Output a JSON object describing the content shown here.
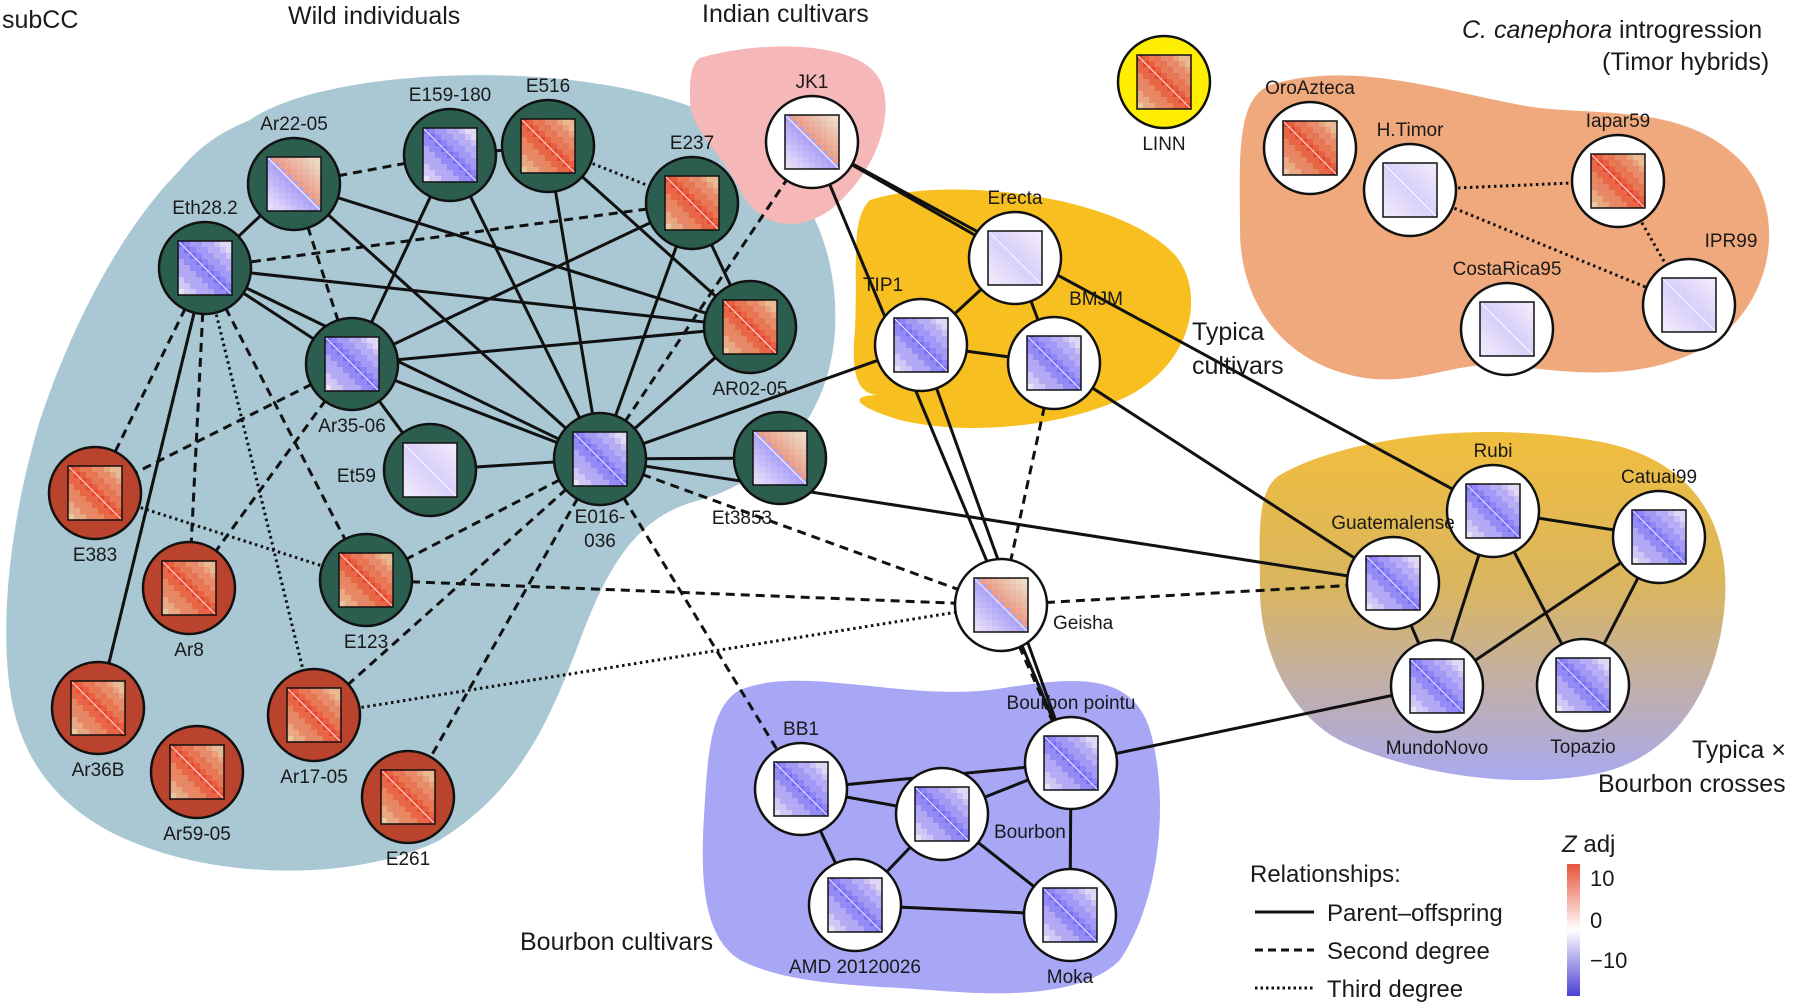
{
  "colors": {
    "wild_bg": "#a9c8d3",
    "wild_node": "#2b5e4e",
    "wild_red": "#b9432c",
    "indian_bg": "#f5b7b7",
    "typica_bg": "#f7bf1f",
    "timor_bg": "#efa97d",
    "bourbon_bg": "#a7a7f5",
    "linn_bg": "#ffee00",
    "cross_top": "#f1be3c",
    "cross_bottom": "#a9a9f0",
    "white_ring": "#ffffff",
    "heat_red": "#e8492f",
    "heat_blue": "#5a4fd8"
  },
  "group_labels": {
    "subcc": "subCC",
    "wild": "Wild individuals",
    "indian": "Indian cultivars",
    "timor_species": "C. canephora",
    "timor_line1_rest": " introgression",
    "timor_line2": "(Timor hybrids)",
    "typica_line1": "Typica",
    "typica_line2": "cultivars",
    "cross_line1": "Typica ×",
    "cross_line2": "Bourbon crosses",
    "bourbon": "Bourbon cultivars"
  },
  "legend": {
    "title": "Relationships:",
    "items": [
      {
        "label": "Parent–offspring",
        "style": "solid"
      },
      {
        "label": "Second degree",
        "style": "dashed"
      },
      {
        "label": "Third degree",
        "style": "dotted"
      }
    ]
  },
  "colorbar": {
    "title_italic": "Z",
    "title_rest": " adj",
    "ticks": [
      "10",
      "0",
      "−10"
    ]
  },
  "nodes": [
    {
      "id": "Ar22-05",
      "label": "Ar22-05",
      "ring": "wild_node",
      "heat": "mixed"
    },
    {
      "id": "E159-180",
      "label": "E159-180",
      "ring": "wild_node",
      "heat": "blue"
    },
    {
      "id": "E516",
      "label": "E516",
      "ring": "wild_node",
      "heat": "red"
    },
    {
      "id": "E237",
      "label": "E237",
      "ring": "wild_node",
      "heat": "red"
    },
    {
      "id": "Eth28.2",
      "label": "Eth28.2",
      "ring": "wild_node",
      "heat": "blue"
    },
    {
      "id": "AR02-05",
      "label": "AR02-05",
      "ring": "wild_node",
      "heat": "red"
    },
    {
      "id": "Ar35-06",
      "label": "Ar35-06",
      "ring": "wild_node",
      "heat": "blue"
    },
    {
      "id": "Et59",
      "label": "Et59",
      "ring": "wild_node",
      "heat": "light"
    },
    {
      "id": "E016-036",
      "label": "E016-\n036",
      "ring": "wild_node",
      "heat": "blue"
    },
    {
      "id": "Et3853",
      "label": "Et3853",
      "ring": "wild_node",
      "heat": "mixed"
    },
    {
      "id": "E123",
      "label": "E123",
      "ring": "wild_node",
      "heat": "red"
    },
    {
      "id": "E383",
      "label": "E383",
      "ring": "wild_red",
      "heat": "red"
    },
    {
      "id": "Ar8",
      "label": "Ar8",
      "ring": "wild_red",
      "heat": "red"
    },
    {
      "id": "Ar36B",
      "label": "Ar36B",
      "ring": "wild_red",
      "heat": "red"
    },
    {
      "id": "Ar59-05",
      "label": "Ar59-05",
      "ring": "wild_red",
      "heat": "red"
    },
    {
      "id": "Ar17-05",
      "label": "Ar17-05",
      "ring": "wild_red",
      "heat": "red"
    },
    {
      "id": "E261",
      "label": "E261",
      "ring": "wild_red",
      "heat": "red"
    },
    {
      "id": "JK1",
      "label": "JK1",
      "ring": "white_ring",
      "heat": "mixed"
    },
    {
      "id": "LINN",
      "label": "LINN",
      "ring": "linn_bg",
      "heat": "red"
    },
    {
      "id": "Erecta",
      "label": "Erecta",
      "ring": "white_ring",
      "heat": "light"
    },
    {
      "id": "TIP1",
      "label": "TIP1",
      "ring": "white_ring",
      "heat": "blue"
    },
    {
      "id": "BMJM",
      "label": "BMJM",
      "ring": "white_ring",
      "heat": "blue"
    },
    {
      "id": "OroAzteca",
      "label": "OroAzteca",
      "ring": "white_ring",
      "heat": "red"
    },
    {
      "id": "H.Timor",
      "label": "H.Timor",
      "ring": "white_ring",
      "heat": "light"
    },
    {
      "id": "Iapar59",
      "label": "Iapar59",
      "ring": "white_ring",
      "heat": "red"
    },
    {
      "id": "IPR99",
      "label": "IPR99",
      "ring": "white_ring",
      "heat": "light"
    },
    {
      "id": "CostaRica95",
      "label": "CostaRica95",
      "ring": "white_ring",
      "heat": "light"
    },
    {
      "id": "Geisha",
      "label": "Geisha",
      "ring": "white_ring",
      "heat": "mixed"
    },
    {
      "id": "Rubi",
      "label": "Rubi",
      "ring": "white_ring",
      "heat": "blue"
    },
    {
      "id": "Catuai99",
      "label": "Catuai99",
      "ring": "white_ring",
      "heat": "blue"
    },
    {
      "id": "Guatemalense",
      "label": "Guatemalense",
      "ring": "white_ring",
      "heat": "blue"
    },
    {
      "id": "MundoNovo",
      "label": "MundoNovo",
      "ring": "white_ring",
      "heat": "blue"
    },
    {
      "id": "Topazio",
      "label": "Topazio",
      "ring": "white_ring",
      "heat": "blue"
    },
    {
      "id": "BB1",
      "label": "BB1",
      "ring": "white_ring",
      "heat": "blue"
    },
    {
      "id": "Bourbon pointu",
      "label": "Bourbon pointu",
      "ring": "white_ring",
      "heat": "blue"
    },
    {
      "id": "Bourbon",
      "label": "Bourbon",
      "ring": "white_ring",
      "heat": "blue"
    },
    {
      "id": "AMD 20120026",
      "label": "AMD 20120026",
      "ring": "white_ring",
      "heat": "blue"
    },
    {
      "id": "Moka",
      "label": "Moka",
      "ring": "white_ring",
      "heat": "blue"
    }
  ],
  "edges": [
    {
      "a": "Ar22-05",
      "b": "E159-180",
      "type": "dashed"
    },
    {
      "a": "Ar22-05",
      "b": "Eth28.2",
      "type": "solid"
    },
    {
      "a": "Ar22-05",
      "b": "E016-036",
      "type": "solid"
    },
    {
      "a": "Ar22-05",
      "b": "AR02-05",
      "type": "solid"
    },
    {
      "a": "Ar22-05",
      "b": "Ar35-06",
      "type": "dashed"
    },
    {
      "a": "E159-180",
      "b": "E516",
      "type": "solid"
    },
    {
      "a": "E159-180",
      "b": "Ar35-06",
      "type": "solid"
    },
    {
      "a": "E159-180",
      "b": "E016-036",
      "type": "solid"
    },
    {
      "a": "E516",
      "b": "E237",
      "type": "dotted"
    },
    {
      "a": "E516",
      "b": "AR02-05",
      "type": "solid"
    },
    {
      "a": "E516",
      "b": "E016-036",
      "type": "solid"
    },
    {
      "a": "E237",
      "b": "Eth28.2",
      "type": "dashed"
    },
    {
      "a": "E237",
      "b": "Ar35-06",
      "type": "solid"
    },
    {
      "a": "E237",
      "b": "E016-036",
      "type": "solid"
    },
    {
      "a": "E237",
      "b": "AR02-05",
      "type": "solid"
    },
    {
      "a": "Eth28.2",
      "b": "AR02-05",
      "type": "solid"
    },
    {
      "a": "Eth28.2",
      "b": "Ar35-06",
      "type": "solid"
    },
    {
      "a": "Eth28.2",
      "b": "E016-036",
      "type": "solid"
    },
    {
      "a": "Eth28.2",
      "b": "E383",
      "type": "dashed"
    },
    {
      "a": "Eth28.2",
      "b": "Ar8",
      "type": "dashed"
    },
    {
      "a": "Eth28.2",
      "b": "Ar36B",
      "type": "dashed"
    },
    {
      "a": "Eth28.2",
      "b": "E123",
      "type": "dashed"
    },
    {
      "a": "Eth28.2",
      "b": "Ar17-05",
      "type": "dotted"
    },
    {
      "a": "Ar35-06",
      "b": "AR02-05",
      "type": "solid"
    },
    {
      "a": "Ar35-06",
      "b": "Et59",
      "type": "solid"
    },
    {
      "a": "Ar35-06",
      "b": "E383",
      "type": "dashed"
    },
    {
      "a": "Ar35-06",
      "b": "Ar8",
      "type": "dashed"
    },
    {
      "a": "Ar35-06",
      "b": "E016-036",
      "type": "solid"
    },
    {
      "a": "Et59",
      "b": "E016-036",
      "type": "solid"
    },
    {
      "a": "E016-036",
      "b": "AR02-05",
      "type": "solid"
    },
    {
      "a": "E016-036",
      "b": "Et3853",
      "type": "solid"
    },
    {
      "a": "E016-036",
      "b": "E123",
      "type": "dashed"
    },
    {
      "a": "E016-036",
      "b": "Ar17-05",
      "type": "dashed"
    },
    {
      "a": "E016-036",
      "b": "E261",
      "type": "dashed"
    },
    {
      "a": "E016-036",
      "b": "JK1",
      "type": "dashed"
    },
    {
      "a": "E016-036",
      "b": "Geisha",
      "type": "dashed"
    },
    {
      "a": "E016-036",
      "b": "TIP1",
      "type": "solid"
    },
    {
      "a": "E016-036",
      "b": "Guatemalense",
      "type": "solid"
    },
    {
      "a": "E016-036",
      "b": "BB1",
      "type": "dashed"
    },
    {
      "a": "AR02-05",
      "b": "E016-036",
      "type": "dashed"
    },
    {
      "a": "E383",
      "b": "E123",
      "type": "dotted"
    },
    {
      "a": "E123",
      "b": "Geisha",
      "type": "dashed"
    },
    {
      "a": "Ar17-05",
      "b": "Geisha",
      "type": "dotted"
    },
    {
      "a": "Ar36B",
      "b": "Eth28.2",
      "type": "dashed"
    },
    {
      "a": "JK1",
      "b": "Erecta",
      "type": "solid"
    },
    {
      "a": "JK1",
      "b": "Bourbon pointu",
      "type": "solid"
    },
    {
      "a": "JK1",
      "b": "Rubi",
      "type": "solid"
    },
    {
      "a": "Erecta",
      "b": "TIP1",
      "type": "solid"
    },
    {
      "a": "Erecta",
      "b": "BMJM",
      "type": "solid"
    },
    {
      "a": "TIP1",
      "b": "BMJM",
      "type": "solid"
    },
    {
      "a": "BMJM",
      "b": "Guatemalense",
      "type": "solid"
    },
    {
      "a": "BMJM",
      "b": "Geisha",
      "type": "dashed"
    },
    {
      "a": "Geisha",
      "b": "Guatemalense",
      "type": "dashed"
    },
    {
      "a": "Geisha",
      "b": "Bourbon pointu",
      "type": "dashed"
    },
    {
      "a": "H.Timor",
      "b": "Iapar59",
      "type": "dotted"
    },
    {
      "a": "H.Timor",
      "b": "IPR99",
      "type": "dotted"
    },
    {
      "a": "Iapar59",
      "b": "IPR99",
      "type": "dotted"
    },
    {
      "a": "Guatemalense",
      "b": "MundoNovo",
      "type": "solid"
    },
    {
      "a": "Rubi",
      "b": "MundoNovo",
      "type": "solid"
    },
    {
      "a": "Rubi",
      "b": "Catuai99",
      "type": "solid"
    },
    {
      "a": "Rubi",
      "b": "Topazio",
      "type": "solid"
    },
    {
      "a": "Catuai99",
      "b": "MundoNovo",
      "type": "solid"
    },
    {
      "a": "Catuai99",
      "b": "Topazio",
      "type": "solid"
    },
    {
      "a": "MundoNovo",
      "b": "Bourbon pointu",
      "type": "solid"
    },
    {
      "a": "BB1",
      "b": "Bourbon pointu",
      "type": "solid"
    },
    {
      "a": "BB1",
      "b": "Bourbon",
      "type": "solid"
    },
    {
      "a": "BB1",
      "b": "AMD 20120026",
      "type": "solid"
    },
    {
      "a": "Bourbon pointu",
      "b": "Bourbon",
      "type": "solid"
    },
    {
      "a": "Bourbon pointu",
      "b": "Moka",
      "type": "solid"
    },
    {
      "a": "Bourbon",
      "b": "AMD 20120026",
      "type": "solid"
    },
    {
      "a": "Bourbon",
      "b": "Moka",
      "type": "solid"
    },
    {
      "a": "AMD 20120026",
      "b": "Moka",
      "type": "solid"
    },
    {
      "a": "TIP1",
      "b": "Bourbon pointu",
      "type": "solid"
    }
  ]
}
